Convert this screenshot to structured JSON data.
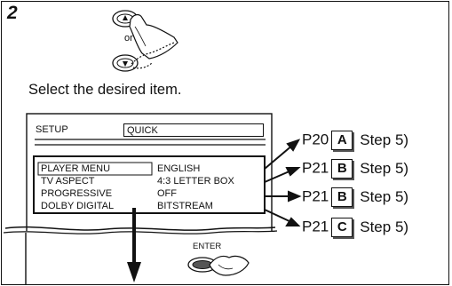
{
  "step_number": "2",
  "or_label": "or",
  "instruction": "Select the desired item.",
  "enter_label": "ENTER",
  "screen": {
    "title": "SETUP",
    "title_value": "QUICK",
    "rows": [
      {
        "label": "PLAYER MENU",
        "value": "ENGLISH"
      },
      {
        "label": "TV ASPECT",
        "value": "4:3 LETTER BOX"
      },
      {
        "label": "PROGRESSIVE",
        "value": "OFF"
      },
      {
        "label": "DOLBY DIGITAL",
        "value": "BITSTREAM"
      }
    ]
  },
  "references": [
    {
      "page": "P20",
      "letter": "A",
      "step": "Step 5)"
    },
    {
      "page": "P21",
      "letter": "B",
      "step": "Step 5)"
    },
    {
      "page": "P21",
      "letter": "B",
      "step": "Step 5)"
    },
    {
      "page": "P21",
      "letter": "C",
      "step": "Step 5)"
    }
  ],
  "icons": [
    "up-button-hand-icon",
    "down-button-hand-icon",
    "enter-button-hand-icon",
    "down-arrow-icon"
  ]
}
